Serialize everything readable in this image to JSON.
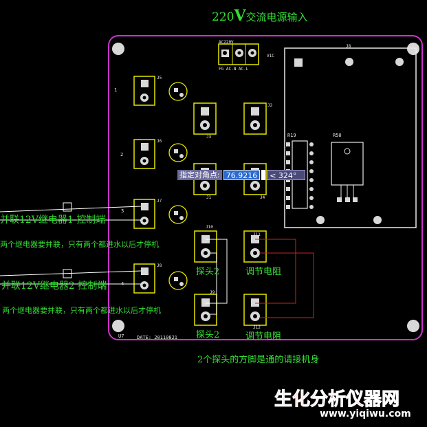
{
  "title_voltage": "220",
  "title_v": "V",
  "title_rest": "交流电源输入",
  "ac_header": "AC220V",
  "ac_subheader": "V1C",
  "ac_pins": "FG  AC-N  AC-L",
  "relay_labels": [
    "J3",
    "J2",
    "J1",
    "J4"
  ],
  "board_label_j8": "J8",
  "board_label_r19": "R19",
  "board_label_r50": "R50",
  "pin_numbers": [
    "1",
    "2",
    "3",
    "4"
  ],
  "side_labels": [
    "J5",
    "J6",
    "J7",
    "J8"
  ],
  "left_note1": "并联12V继电器1 控制端",
  "left_note1_sub": "两个继电器要并联，只有两个都进水以后才停机",
  "left_note2": "并联12V继电器2 控制端",
  "left_note2_sub": "两个继电器要并联，只有两个都进水以后才停机",
  "probe_label_1": "探头2",
  "probe_label_2": "探头2",
  "adjust_label_1": "调节电阻",
  "adjust_label_2": "调节电阻",
  "connector_tags": [
    "J10",
    "J11",
    "J9",
    "J12"
  ],
  "bottom_note": "2个探头的方脚是通的请接机身",
  "date_label": "DATE: 20110821",
  "corner_label": "U7",
  "cad_prompt": {
    "label": "指定对角点:",
    "value": "76.9216",
    "angle": "< 324°"
  },
  "watermark": {
    "cn": "生化分析仪器网",
    "url": "www.yiqiwu.com"
  },
  "colors": {
    "board_outline": "#cc33cc",
    "connector": "#e6e600",
    "text_green": "#33dd33",
    "wire_red": "#cc2222",
    "wire_white": "#ffffff",
    "watermark_red": "#ee1111"
  }
}
